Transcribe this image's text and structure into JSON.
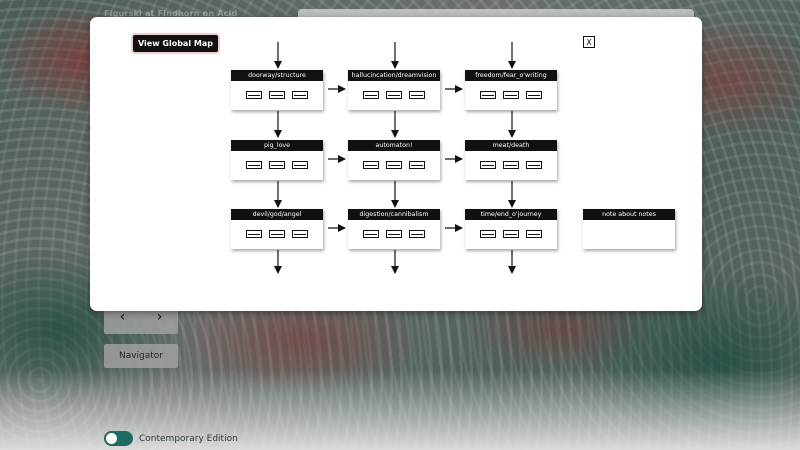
{
  "background": {
    "title": "Figurski at Findhorn on Acid",
    "navigator_label": "Navigator",
    "prev_symbol": "‹",
    "next_symbol": "›",
    "edition_label": "Contemporary Edition",
    "edition_toggle_on": true
  },
  "modal": {
    "global_map_label": "View Global Map",
    "close_label": "X",
    "nodes": [
      {
        "label": "doorway/structure"
      },
      {
        "label": "hallucincation/dreamvision"
      },
      {
        "label": "freedom/fear_o'writing"
      },
      {
        "label": "pig_love"
      },
      {
        "label": "automaton!"
      },
      {
        "label": "meat/death"
      },
      {
        "label": "devil/god/angel"
      },
      {
        "label": "digestion/cannibalism"
      },
      {
        "label": "time/end_o'journey"
      },
      {
        "label": "note about notes"
      }
    ]
  },
  "colors": {
    "accent": "#1d6b63",
    "node_header": "#111111",
    "modal_bg": "#ffffff"
  }
}
